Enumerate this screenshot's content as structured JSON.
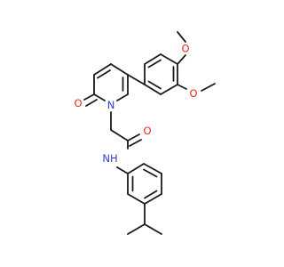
{
  "molecule": {
    "atoms": {
      "o_methoxy_top": {
        "symbol": "O",
        "color": "#e8281c"
      },
      "o_methoxy_side": {
        "symbol": "O",
        "color": "#e8281c"
      },
      "o_ring_carbonyl": {
        "symbol": "O",
        "color": "#e8281c"
      },
      "o_amide": {
        "symbol": "O",
        "color": "#e8281c"
      },
      "n_ring_upper": {
        "symbol": "N",
        "color": "#2b3fd6"
      },
      "n_ring_lower": {
        "symbol": "N",
        "color": "#2b3fd6"
      },
      "nh_amide": {
        "symbol": "NH",
        "color": "#2b3fd6"
      }
    }
  }
}
